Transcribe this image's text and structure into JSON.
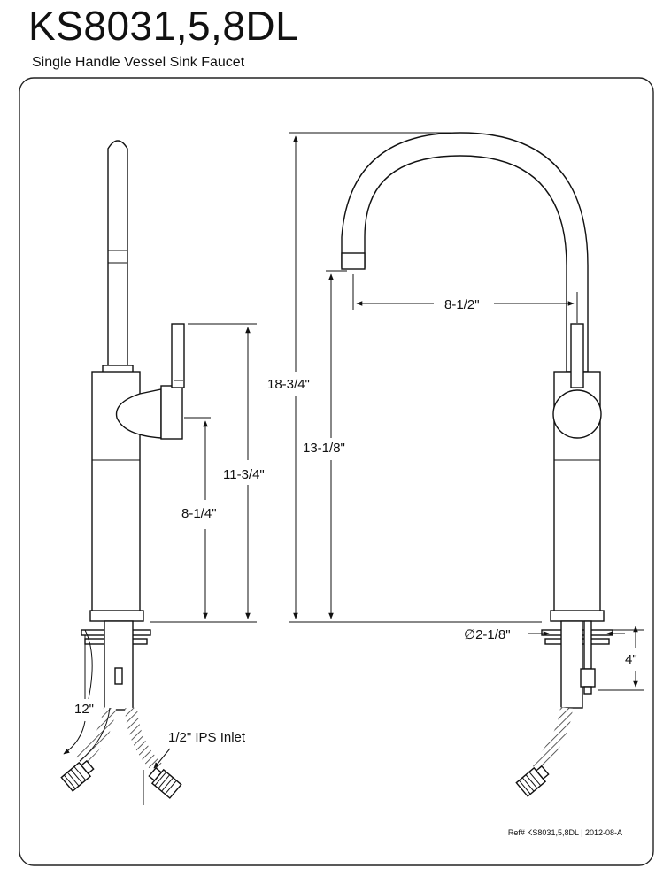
{
  "header": {
    "title": "KS8031,5,8DL",
    "subtitle": "Single Handle Vessel Sink Faucet"
  },
  "side_view": {
    "dim_handle_height": "11-3/4\"",
    "dim_body_height": "8-1/4\"",
    "dim_hose_length": "12\"",
    "inlet_label": "1/2\" IPS Inlet"
  },
  "front_view": {
    "dim_total_height": "18-3/4\"",
    "dim_spout_height": "13-1/8\"",
    "dim_reach": "8-1/2\"",
    "dim_base_diameter": "∅2-1/8\"",
    "dim_shank": "4\""
  },
  "footer": {
    "ref": "Ref# KS8031,5,8DL | 2012-08-A"
  }
}
